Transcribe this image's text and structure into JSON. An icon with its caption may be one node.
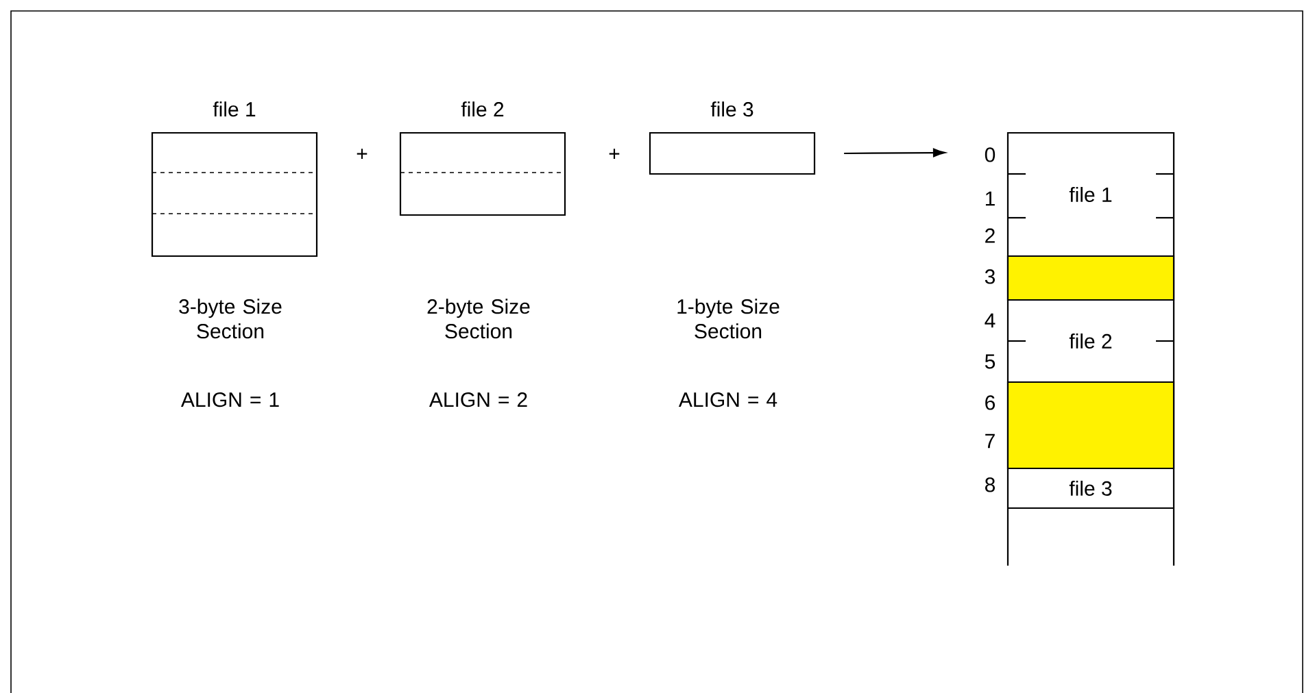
{
  "diagram": {
    "nodes": [
      {
        "text": [
          "file 1"
        ],
        "beside": [
          "3-byte Size Section",
          "ALIGN = 1"
        ]
      },
      {
        "text": [
          "file 2"
        ],
        "beside": [
          "2-byte Size Section",
          "ALIGN = 2"
        ]
      },
      {
        "text": [
          "file 3"
        ],
        "beside": [
          "1-byte Size Section",
          "ALIGN = 4"
        ]
      },
      {
        "text": [],
        "shape": "box"
      },
      {
        "text": [
          "file 1"
        ],
        "in": 3
      },
      {
        "text": [],
        "shape": "bar",
        "in": 3
      },
      {
        "text": [
          "file 2"
        ],
        "in": 3
      },
      {
        "text": [],
        "shape": "bar",
        "in": 3
      },
      {
        "text": [
          "file 3"
        ],
        "in": 3
      }
    ],
    "edges": [
      {
        "from": 2,
        "to": 3,
        "arrow": "to"
      }
    ],
    "labels": [
      "+",
      "+",
      "0",
      "1",
      "2",
      "3",
      "4",
      "5",
      "6",
      "7",
      "8"
    ]
  }
}
